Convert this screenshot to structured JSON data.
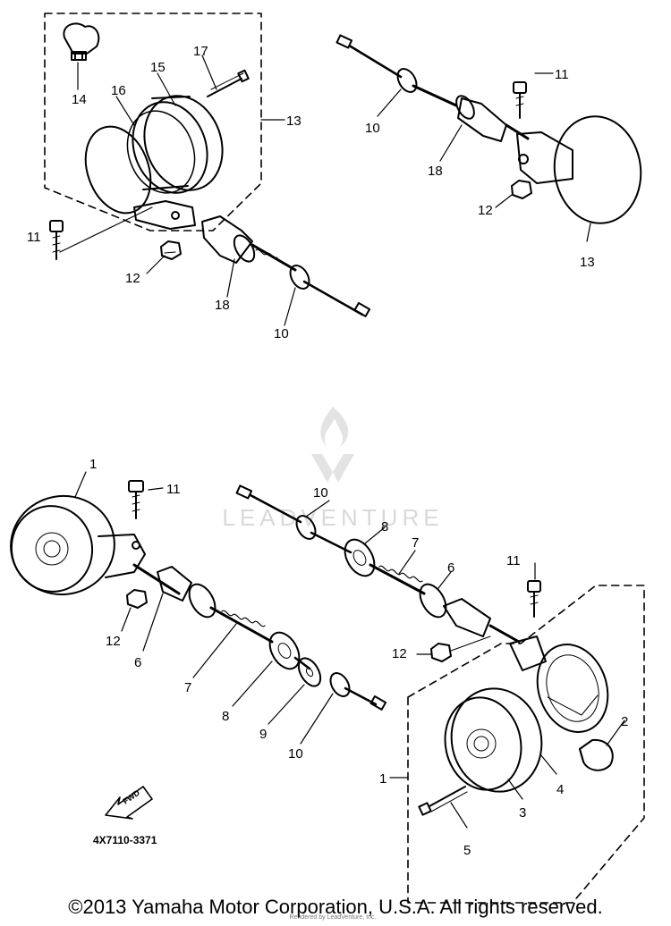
{
  "diagram": {
    "labels": {
      "p1a": "1",
      "p1b": "1",
      "p2": "2",
      "p3": "3",
      "p4": "4",
      "p5": "5",
      "p6a": "6",
      "p6b": "6",
      "p7a": "7",
      "p7b": "7",
      "p8a": "8",
      "p8b": "8",
      "p9": "9",
      "p10a": "10",
      "p10b": "10",
      "p10c": "10",
      "p10d": "10",
      "p11a": "11",
      "p11b": "11",
      "p11c": "11",
      "p11d": "11",
      "p12a": "12",
      "p12b": "12",
      "p12c": "12",
      "p12d": "12",
      "p13a": "13",
      "p13b": "13",
      "p14": "14",
      "p15": "15",
      "p16": "16",
      "p17": "17",
      "p18a": "18",
      "p18b": "18"
    },
    "diagram_code": "4X7110-3371",
    "forward_marker": "FWD",
    "watermark_brand": "LEADVENTURE",
    "watermark_credit": "Rendered by LeadVenture, Inc."
  },
  "footer": {
    "copyright": "©2013 Yamaha Motor Corporation, U.S.A. All rights reserved."
  },
  "colors": {
    "ink": "#000000",
    "paper": "#ffffff",
    "watermark": "#d9d9d9"
  }
}
